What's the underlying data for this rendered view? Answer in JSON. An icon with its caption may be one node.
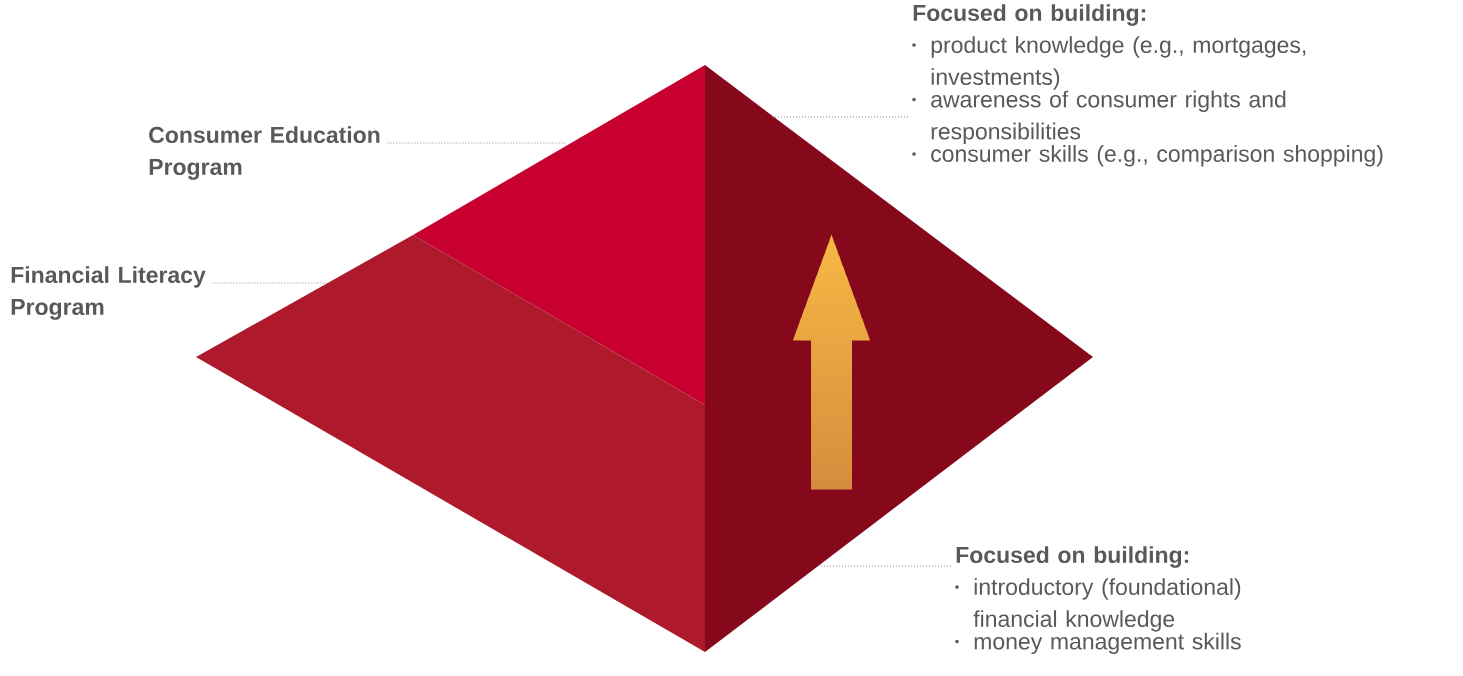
{
  "diagram": {
    "nodes": [
      {
        "text": [
          "Consumer Education Program"
        ]
      },
      {
        "text": [],
        "shape": "triangle"
      },
      {
        "text": [
          "Financial Literacy Program"
        ]
      },
      {
        "text": [],
        "shape": "band"
      },
      {
        "text": [
          "Focused on building:",
          "product knowledge (e.g., mortgages, investments)",
          "awareness of consumer rights and responsibilities",
          "consumer skills (e.g., comparison shopping)"
        ]
      },
      {
        "text": [
          "Focused on building:",
          "introductory (foundational) financial knowledge",
          "money management skills"
        ]
      }
    ],
    "edges": [
      {
        "from": 0,
        "to": 1,
        "arrow": "none"
      },
      {
        "from": 2,
        "to": 3,
        "arrow": "none"
      },
      {
        "from": 4,
        "to": null,
        "arrow": "none"
      },
      {
        "from": 5,
        "to": null,
        "arrow": "none"
      }
    ]
  }
}
